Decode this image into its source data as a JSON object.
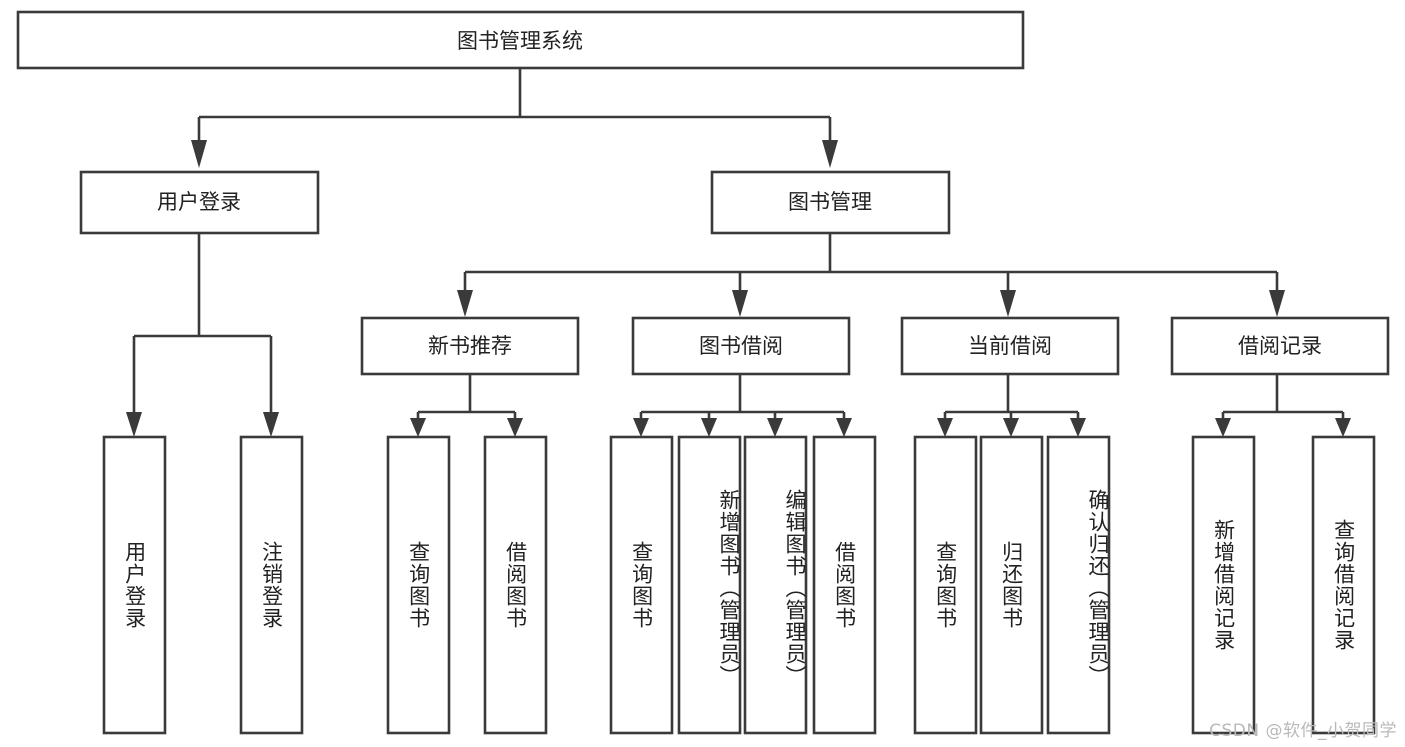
{
  "diagram": {
    "title": "图书管理系统",
    "type": "hierarchy-tree",
    "watermark": "CSDN @软件_小贺同学",
    "colors": {
      "box_stroke": "#3a3a3a",
      "box_fill": "#ffffff",
      "connector": "#3a3a3a",
      "text": "#222222",
      "background": "#ffffff",
      "watermark": "#b9b9b9"
    },
    "levels": {
      "root": {
        "label": "图书管理系统"
      },
      "level2": [
        {
          "label": "用户登录"
        },
        {
          "label": "图书管理"
        }
      ],
      "level3": [
        {
          "label": "新书推荐"
        },
        {
          "label": "图书借阅"
        },
        {
          "label": "当前借阅"
        },
        {
          "label": "借阅记录"
        }
      ],
      "leaves": {
        "user_login": [
          {
            "label": "用户登录"
          },
          {
            "label": "注销登录"
          }
        ],
        "new_book_recommend": [
          {
            "label": "查询图书"
          },
          {
            "label": "借阅图书"
          }
        ],
        "book_borrow": [
          {
            "label": "查询图书"
          },
          {
            "label": "新增图书（管理员）"
          },
          {
            "label": "编辑图书（管理员）"
          },
          {
            "label": "借阅图书"
          }
        ],
        "current_borrow": [
          {
            "label": "查询图书"
          },
          {
            "label": "归还图书"
          },
          {
            "label": "确认归还（管理员）"
          }
        ],
        "borrow_record": [
          {
            "label": "新增借阅记录"
          },
          {
            "label": "查询借阅记录"
          }
        ]
      }
    }
  }
}
